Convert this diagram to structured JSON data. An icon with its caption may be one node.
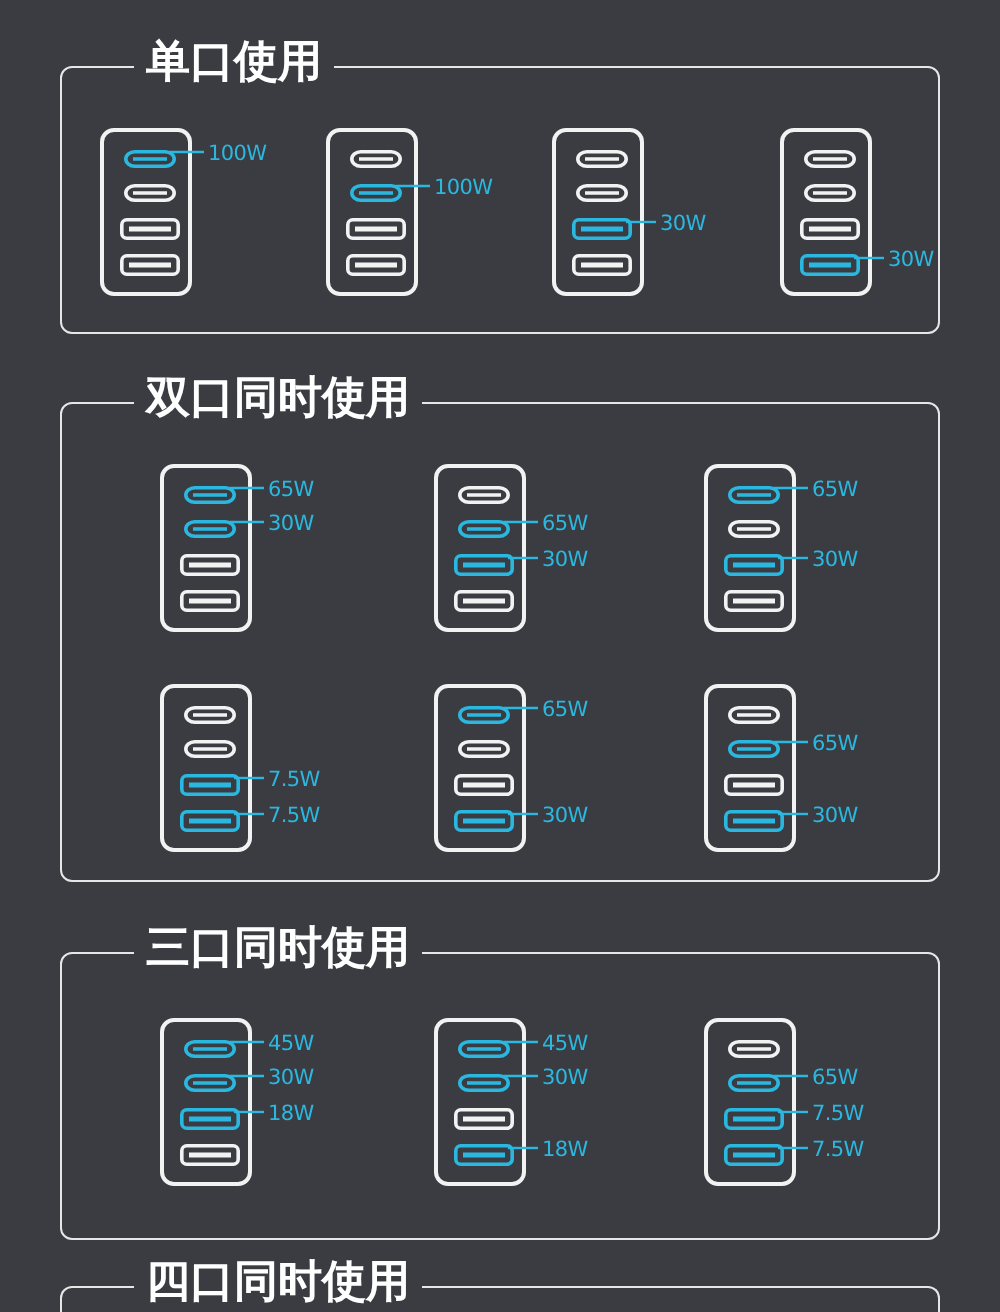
{
  "diagram": {
    "nodes": [
      {
        "text": [
          "单口使用"
        ]
      },
      {
        "text": [],
        "shape": "box",
        "in": 0
      },
      {
        "text": [],
        "shape": "pill",
        "in": 1
      },
      {
        "text": [],
        "shape": "pill",
        "in": 1
      },
      {
        "text": [],
        "shape": "box",
        "in": 1
      },
      {
        "text": [],
        "shape": "box",
        "in": 1
      },
      {
        "text": [
          "100W"
        ],
        "in": 0
      },
      {
        "text": [],
        "shape": "box",
        "in": 0
      },
      {
        "text": [],
        "shape": "pill",
        "in": 7
      },
      {
        "text": [],
        "shape": "pill",
        "in": 7
      },
      {
        "text": [],
        "shape": "box",
        "in": 7
      },
      {
        "text": [],
        "shape": "box",
        "in": 7
      },
      {
        "text": [
          "100W"
        ],
        "in": 0
      },
      {
        "text": [],
        "shape": "box",
        "in": 0
      },
      {
        "text": [],
        "shape": "pill",
        "in": 13
      },
      {
        "text": [],
        "shape": "pill",
        "in": 13
      },
      {
        "text": [],
        "shape": "box",
        "in": 13
      },
      {
        "text": [],
        "shape": "box",
        "in": 13
      },
      {
        "text": [
          "30W"
        ],
        "in": 0
      },
      {
        "text": [],
        "shape": "box",
        "in": 0
      },
      {
        "text": [],
        "shape": "pill",
        "in": 19
      },
      {
        "text": [],
        "shape": "pill",
        "in": 19
      },
      {
        "text": [],
        "shape": "box",
        "in": 19
      },
      {
        "text": [],
        "shape": "box",
        "in": 19
      },
      {
        "text": [
          "30W"
        ],
        "in": 0
      },
      {
        "text": [
          "双口同时使用"
        ]
      },
      {
        "text": [],
        "shape": "box",
        "in": 25
      },
      {
        "text": [],
        "shape": "pill",
        "in": 26
      },
      {
        "text": [],
        "shape": "pill",
        "in": 26
      },
      {
        "text": [],
        "shape": "box",
        "in": 26
      },
      {
        "text": [],
        "shape": "box",
        "in": 26
      },
      {
        "text": [
          "65W"
        ],
        "in": 25
      },
      {
        "text": [
          "30W"
        ],
        "in": 25
      },
      {
        "text": [],
        "shape": "box",
        "in": 25
      },
      {
        "text": [],
        "shape": "pill",
        "in": 33
      },
      {
        "text": [],
        "shape": "pill",
        "in": 33
      },
      {
        "text": [],
        "shape": "box",
        "in": 33
      },
      {
        "text": [],
        "shape": "box",
        "in": 33
      },
      {
        "text": [
          "65W"
        ],
        "in": 25
      },
      {
        "text": [
          "30W"
        ],
        "in": 25
      },
      {
        "text": [],
        "shape": "box",
        "in": 25
      },
      {
        "text": [],
        "shape": "pill",
        "in": 40
      },
      {
        "text": [],
        "shape": "pill",
        "in": 40
      },
      {
        "text": [],
        "shape": "box",
        "in": 40
      },
      {
        "text": [],
        "shape": "box",
        "in": 40
      },
      {
        "text": [
          "65W"
        ],
        "in": 25
      },
      {
        "text": [
          "30W"
        ],
        "in": 25
      },
      {
        "text": [],
        "shape": "box",
        "in": 25
      },
      {
        "text": [],
        "shape": "pill",
        "in": 47
      },
      {
        "text": [],
        "shape": "pill",
        "in": 47
      },
      {
        "text": [],
        "shape": "box",
        "in": 47
      },
      {
        "text": [],
        "shape": "box",
        "in": 47
      },
      {
        "text": [
          "7.5W"
        ],
        "in": 25
      },
      {
        "text": [
          "7.5W"
        ],
        "in": 25
      },
      {
        "text": [],
        "shape": "box",
        "in": 25
      },
      {
        "text": [],
        "shape": "pill",
        "in": 54
      },
      {
        "text": [],
        "shape": "pill",
        "in": 54
      },
      {
        "text": [],
        "shape": "box",
        "in": 54
      },
      {
        "text": [],
        "shape": "box",
        "in": 54
      },
      {
        "text": [
          "65W"
        ],
        "in": 25
      },
      {
        "text": [
          "30W"
        ],
        "in": 25
      },
      {
        "text": [],
        "shape": "box",
        "in": 25
      },
      {
        "text": [],
        "shape": "pill",
        "in": 61
      },
      {
        "text": [],
        "shape": "pill",
        "in": 61
      },
      {
        "text": [],
        "shape": "box",
        "in": 61
      },
      {
        "text": [],
        "shape": "box",
        "in": 61
      },
      {
        "text": [
          "65W"
        ],
        "in": 25
      },
      {
        "text": [
          "30W"
        ],
        "in": 25
      },
      {
        "text": [
          "三口同时使用"
        ]
      },
      {
        "text": [],
        "shape": "box",
        "in": 68
      },
      {
        "text": [],
        "shape": "pill",
        "in": 69
      },
      {
        "text": [],
        "shape": "pill",
        "in": 69
      },
      {
        "text": [],
        "shape": "box",
        "in": 69
      },
      {
        "text": [],
        "shape": "box",
        "in": 69
      },
      {
        "text": [
          "45W"
        ],
        "in": 68
      },
      {
        "text": [
          "30W"
        ],
        "in": 68
      },
      {
        "text": [
          "18W"
        ],
        "in": 68
      },
      {
        "text": [],
        "shape": "box",
        "in": 68
      },
      {
        "text": [],
        "shape": "pill",
        "in": 77
      },
      {
        "text": [],
        "shape": "pill",
        "in": 77
      },
      {
        "text": [],
        "shape": "box",
        "in": 77
      },
      {
        "text": [],
        "shape": "box",
        "in": 77
      },
      {
        "text": [
          "45W"
        ],
        "in": 68
      },
      {
        "text": [
          "30W"
        ],
        "in": 68
      },
      {
        "text": [
          "18W"
        ],
        "in": 68
      },
      {
        "text": [],
        "shape": "box",
        "in": 68
      },
      {
        "text": [],
        "shape": "pill",
        "in": 85
      },
      {
        "text": [],
        "shape": "pill",
        "in": 85
      },
      {
        "text": [],
        "shape": "box",
        "in": 85
      },
      {
        "text": [],
        "shape": "box",
        "in": 85
      },
      {
        "text": [
          "65W"
        ],
        "in": 68
      },
      {
        "text": [
          "7.5W"
        ],
        "in": 68
      },
      {
        "text": [
          "7.5W"
        ],
        "in": 68
      },
      {
        "text": [
          "四口同时使用"
        ]
      }
    ],
    "edges": [
      {
        "from": 6,
        "to": 2,
        "arrow": "none"
      },
      {
        "from": 12,
        "to": 9,
        "arrow": "none"
      },
      {
        "from": 18,
        "to": 16,
        "arrow": "none"
      },
      {
        "from": 24,
        "to": 23,
        "arrow": "none"
      },
      {
        "from": 31,
        "to": 27,
        "arrow": "none"
      },
      {
        "from": 32,
        "to": 28,
        "arrow": "none"
      },
      {
        "from": 38,
        "to": 35,
        "arrow": "none"
      },
      {
        "from": 39,
        "to": 36,
        "arrow": "none"
      },
      {
        "from": 45,
        "to": 41,
        "arrow": "none"
      },
      {
        "from": 46,
        "to": 43,
        "arrow": "none"
      },
      {
        "from": 52,
        "to": 50,
        "arrow": "none"
      },
      {
        "from": 53,
        "to": 51,
        "arrow": "none"
      },
      {
        "from": 59,
        "to": 55,
        "arrow": "none"
      },
      {
        "from": 60,
        "to": 58,
        "arrow": "none"
      },
      {
        "from": 66,
        "to": 63,
        "arrow": "none"
      },
      {
        "from": 67,
        "to": 65,
        "arrow": "none"
      },
      {
        "from": 74,
        "to": 70,
        "arrow": "none"
      },
      {
        "from": 75,
        "to": 71,
        "arrow": "none"
      },
      {
        "from": 76,
        "to": 72,
        "arrow": "none"
      },
      {
        "from": 82,
        "to": 78,
        "arrow": "none"
      },
      {
        "from": 83,
        "to": 79,
        "arrow": "none"
      },
      {
        "from": 84,
        "to": 81,
        "arrow": "none"
      },
      {
        "from": 90,
        "to": 87,
        "arrow": "none"
      },
      {
        "from": 91,
        "to": 88,
        "arrow": "none"
      },
      {
        "from": 92,
        "to": 89,
        "arrow": "none"
      }
    ]
  }
}
